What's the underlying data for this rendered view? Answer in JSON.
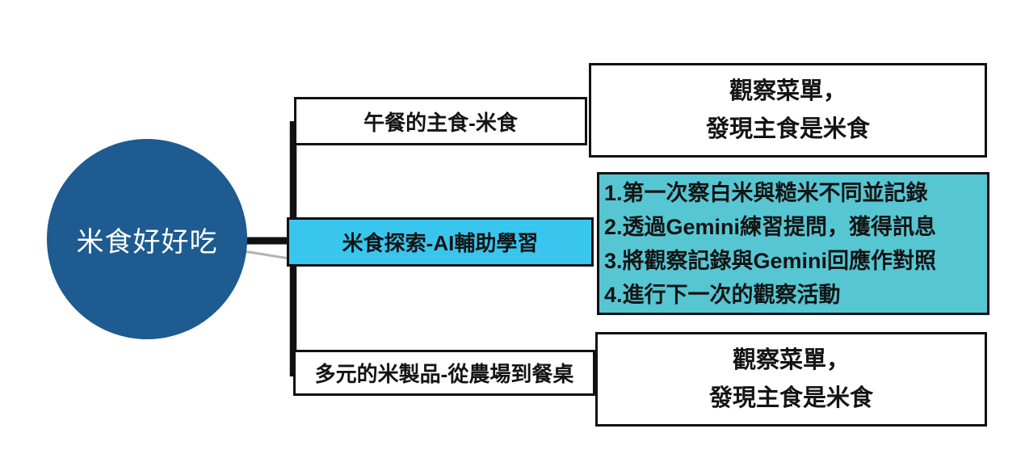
{
  "colors": {
    "circle_bg": "#1d5b91",
    "circle_text": "#ffffff",
    "branch_highlight_bg": "#39c6ee",
    "detail_highlight_bg": "#57c6d3",
    "box_bg": "#ffffff",
    "box_border": "#111111",
    "connector": "#111111",
    "connector_secondary": "#b3b3b3",
    "text": "#141414"
  },
  "root": {
    "label": "米食好好吃"
  },
  "branches": [
    {
      "label": "午餐的主食-米食",
      "highlighted": false
    },
    {
      "label": "米食探索-AI輔助學習",
      "highlighted": true
    },
    {
      "label": "多元的米製品-從農場到餐桌",
      "highlighted": false
    }
  ],
  "details": [
    {
      "highlighted": false,
      "lines": [
        "觀察菜單，",
        "發現主食是米食"
      ]
    },
    {
      "highlighted": true,
      "lines": [
        "1.第一次察白米與糙米不同並記錄",
        "2.透過Gemini練習提問，獲得訊息",
        "3.將觀察記錄與Gemini回應作對照",
        "4.進行下一次的觀察活動"
      ]
    },
    {
      "highlighted": false,
      "lines": [
        "觀察菜單，",
        "發現主食是米食"
      ]
    }
  ]
}
